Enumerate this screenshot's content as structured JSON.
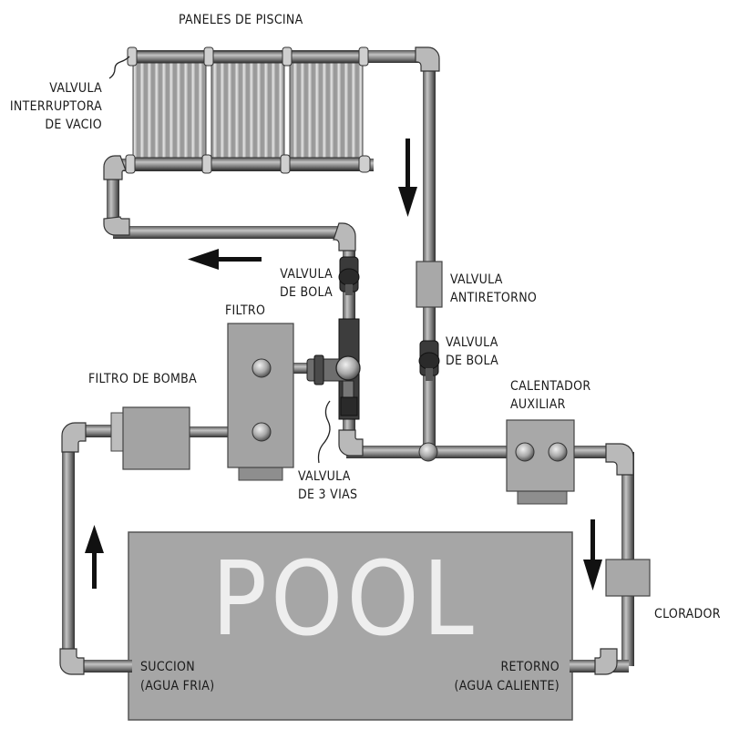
{
  "labels": {
    "paneles": "PANELES DE PISCINA",
    "valvula_vacio_1": "VALVULA",
    "valvula_vacio_2": "INTERRUPTORA",
    "valvula_vacio_3": "DE VACIO",
    "valvula_bola_top_1": "VALVULA",
    "valvula_bola_top_2": "DE BOLA",
    "valvula_antiretorno_1": "VALVULA",
    "valvula_antiretorno_2": "ANTIRETORNO",
    "valvula_bola_right_1": "VALVULA",
    "valvula_bola_right_2": "DE BOLA",
    "filtro": "FILTRO",
    "filtro_bomba": "FILTRO DE BOMBA",
    "calentador_1": "CALENTADOR",
    "calentador_2": "AUXILIAR",
    "valvula_3vias_1": "VALVULA",
    "valvula_3vias_2": "DE 3 VIAS",
    "clorador": "CLORADOR",
    "succion_1": "SUCCION",
    "succion_2": "(AGUA FRIA)",
    "retorno_1": "RETORNO",
    "retorno_2": "(AGUA CALIENTE)",
    "pool": "POOL"
  },
  "colors": {
    "pipe": "#777777",
    "pipe_dark": "#2e2e2e",
    "pipe_light": "#b5b5b5",
    "pool": "#a6a6a6",
    "equipment": "#a0a0a0",
    "panel": "#c8c8c8",
    "arrow": "#111111"
  }
}
